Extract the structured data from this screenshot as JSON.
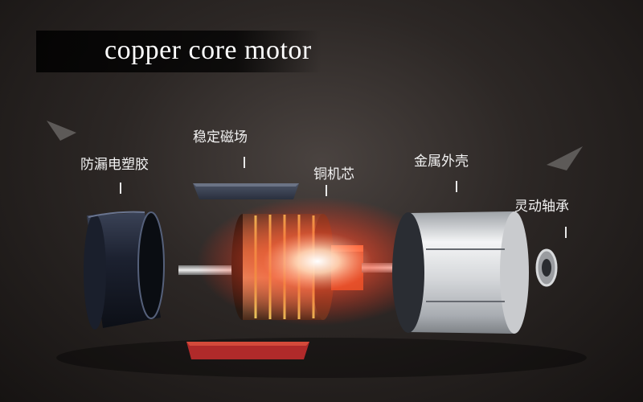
{
  "title": "copper core motor",
  "labels": {
    "leak_proof_plastic": "防漏电塑胶",
    "stable_magnetic_field": "稳定磁场",
    "copper_core": "铜机芯",
    "metal_housing": "金属外壳",
    "flexible_bearing": "灵动轴承"
  },
  "icons": {
    "parts": [
      "plastic-cup-icon",
      "magnet-icon",
      "rotor-icon",
      "metal-housing-icon",
      "bearing-icon"
    ]
  },
  "colors": {
    "background": "#2c2725",
    "title_bar": "#000000",
    "title_text": "#ffffff",
    "label_text": "#f2f2f2",
    "copper": "#b8713a",
    "glow": "#ff5a2a",
    "housing": "#d9dadc",
    "plastic": "#1d2230"
  }
}
